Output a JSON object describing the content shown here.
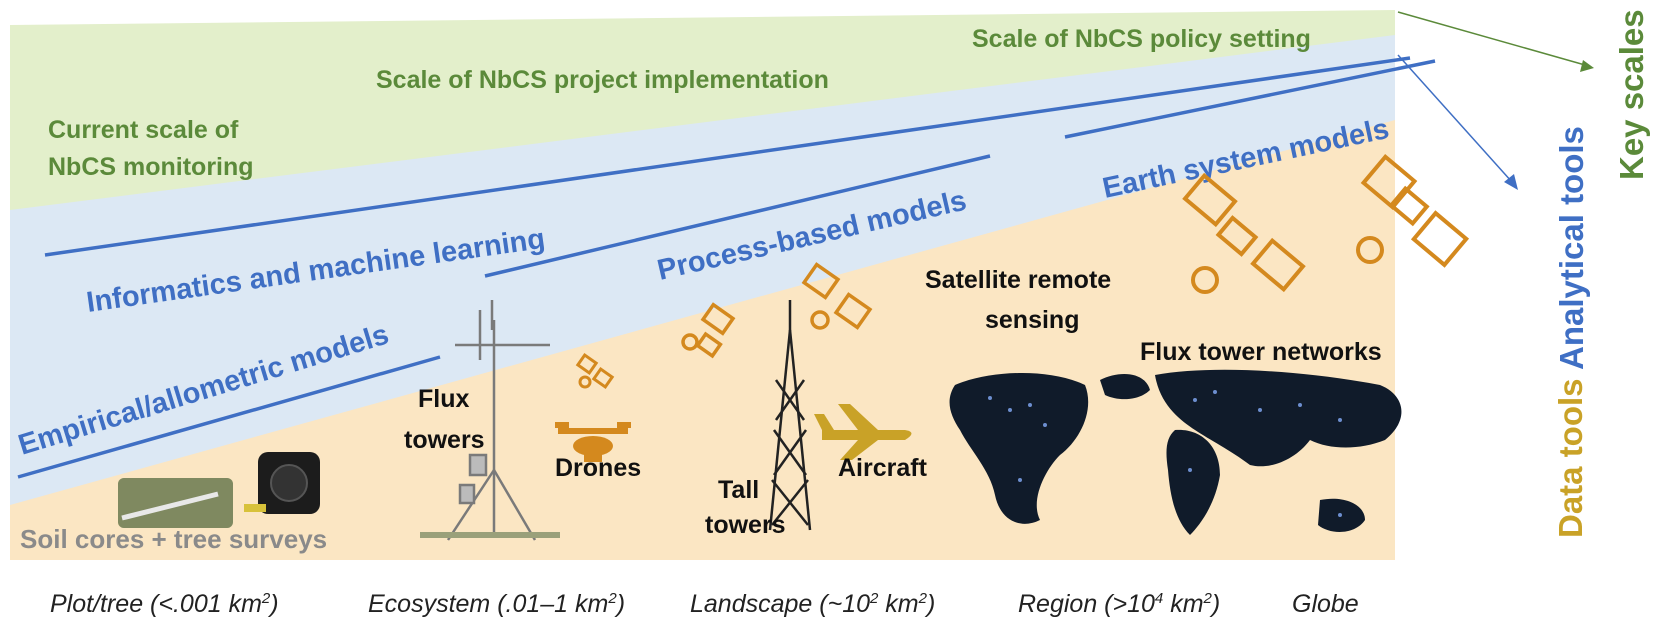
{
  "key_scales": {
    "title": "Key scales",
    "policy": "Scale of NbCS policy setting",
    "implementation": "Scale of NbCS project implementation",
    "monitoring_line1": "Current scale of",
    "monitoring_line2": "NbCS monitoring"
  },
  "analytical_tools": {
    "title": "Analytical tools",
    "empirical": "Empirical/allometric models",
    "informatics": "Informatics and machine learning",
    "process": "Process-based models",
    "earth_system": "Earth system models"
  },
  "data_tools": {
    "title": "Data tools",
    "soil": "Soil cores + tree surveys",
    "flux_line1": "Flux",
    "flux_line2": "towers",
    "drones": "Drones",
    "tall_line1": "Tall",
    "tall_line2": "towers",
    "aircraft": "Aircraft",
    "satellite_line1": "Satellite remote",
    "satellite_line2": "sensing",
    "networks": "Flux tower networks"
  },
  "scales": {
    "plot_main": "Plot/tree (<.001 km",
    "plot_sup": "2",
    "plot_end": ")",
    "ecosystem_main": "Ecosystem  (.01–1 km",
    "ecosystem_sup": "2",
    "ecosystem_end": ")",
    "landscape_main": "Landscape (~10",
    "landscape_sup": "2",
    "landscape_end": " km",
    "landscape_sup2": "2",
    "landscape_end2": ")",
    "region_main": "Region (>10",
    "region_sup": "4",
    "region_end": " km",
    "region_sup2": "2",
    "region_end2": ")",
    "globe": "Globe"
  },
  "colors": {
    "green_band": "#e3efcb",
    "blue_band": "#dce8f4",
    "tan_band": "#fbe6c3",
    "green_text": "#5b8a3a",
    "blue_text": "#3f6fc4",
    "gold": "#c9a227",
    "icon_orange": "#d4891e"
  },
  "icons": [
    "soil-core-photo",
    "tape-measure-icon",
    "flux-tower-icon",
    "drone-icon",
    "satellite-icon",
    "tall-tower-icon",
    "aircraft-icon",
    "world-map-icon"
  ]
}
